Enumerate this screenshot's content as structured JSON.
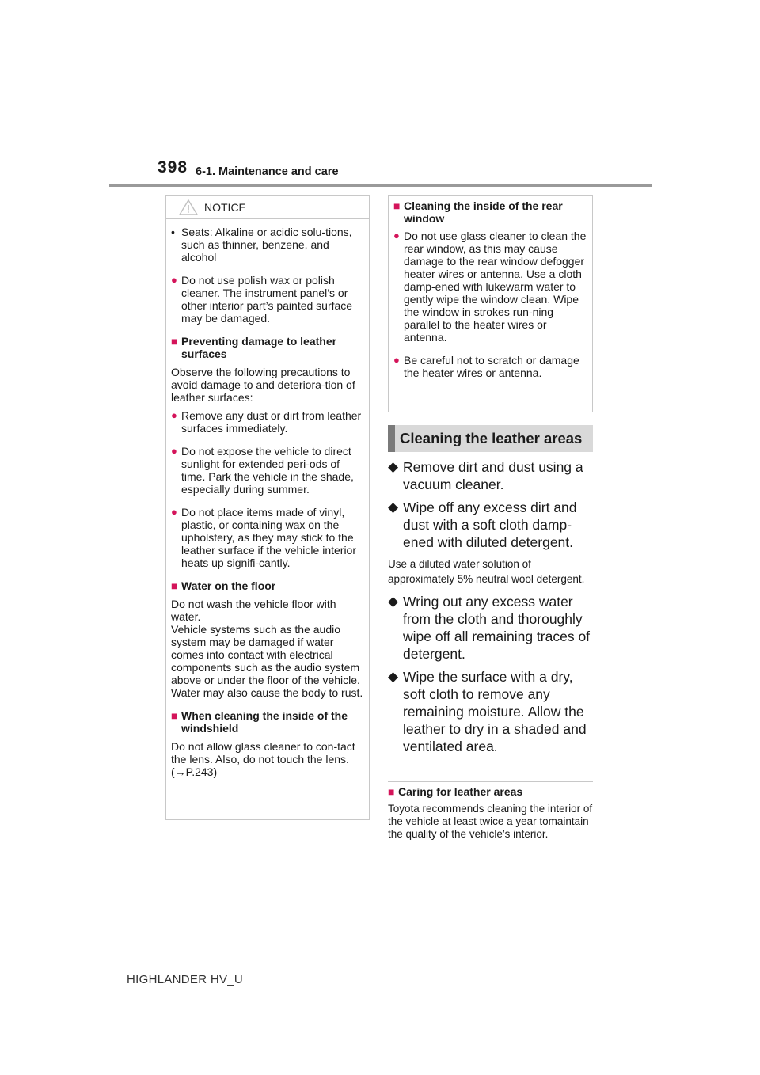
{
  "header": {
    "page_number": "398",
    "section_title": "6-1. Maintenance and care"
  },
  "notice": {
    "label": "NOTICE",
    "dash_item": "Seats: Alkaline or acidic solu-tions, such as thinner, benzene, and alcohol",
    "polish_item": "Do not use polish wax or polish cleaner. The instrument panel’s or other interior part’s painted surface may be damaged.",
    "leather_heading": "Preventing damage to leather surfaces",
    "leather_intro": "Observe the following precautions to avoid damage to and deteriora-tion of leather surfaces:",
    "leather_items": [
      "Remove any dust or dirt from leather surfaces immediately.",
      "Do not expose the vehicle to direct sunlight for extended peri-ods of time. Park the vehicle in the shade, especially during summer.",
      "Do not place items made of vinyl, plastic, or containing wax on the upholstery, as they may stick to the leather surface if the vehicle interior heats up signifi-cantly."
    ],
    "water_heading": "Water on the floor",
    "water_text_1": "Do not wash the vehicle floor with water.",
    "water_text_2": "Vehicle systems such as the audio system may be damaged if water comes into contact with electrical components such as the audio system above or under the floor of the vehicle. Water may also cause the body to rust.",
    "windshield_heading": "When cleaning the inside of the windshield",
    "windshield_text": "Do not allow glass cleaner to con-tact the lens. Also, do not touch the lens. (",
    "windshield_ref": "P.243)"
  },
  "rear_window": {
    "heading": "Cleaning the inside of the rear window",
    "items": [
      "Do not use glass cleaner to clean the rear window, as this may cause damage to the rear window defogger heater wires or antenna. Use a cloth damp-ened with lukewarm water to gently wipe the window clean. Wipe the window in strokes run-ning parallel to the heater wires or antenna.",
      "Be careful not to scratch or damage the heater wires or antenna."
    ]
  },
  "leather_section": {
    "title": "Cleaning the leather areas",
    "steps_a": [
      "Remove dirt and dust using a vacuum cleaner.",
      "Wipe off any excess dirt and dust with a soft cloth damp-ened with diluted detergent."
    ],
    "note": "Use a diluted water solution of approximately 5% neutral wool detergent.",
    "steps_b": [
      "Wring out any excess water from the cloth and thoroughly wipe off all remaining traces of detergent.",
      "Wipe the surface with a dry, soft cloth to remove any remaining moisture. Allow the leather to dry in a shaded and ventilated area."
    ]
  },
  "caring": {
    "heading": "Caring for leather areas",
    "text": "Toyota recommends cleaning the interior of the vehicle at least twice a year tomaintain the quality of the vehicle’s interior."
  },
  "footer": {
    "model": "HIGHLANDER HV_U"
  },
  "colors": {
    "accent": "#d4145a",
    "rule": "#9a9a9a",
    "heading_bg": "#d9d9d9"
  }
}
